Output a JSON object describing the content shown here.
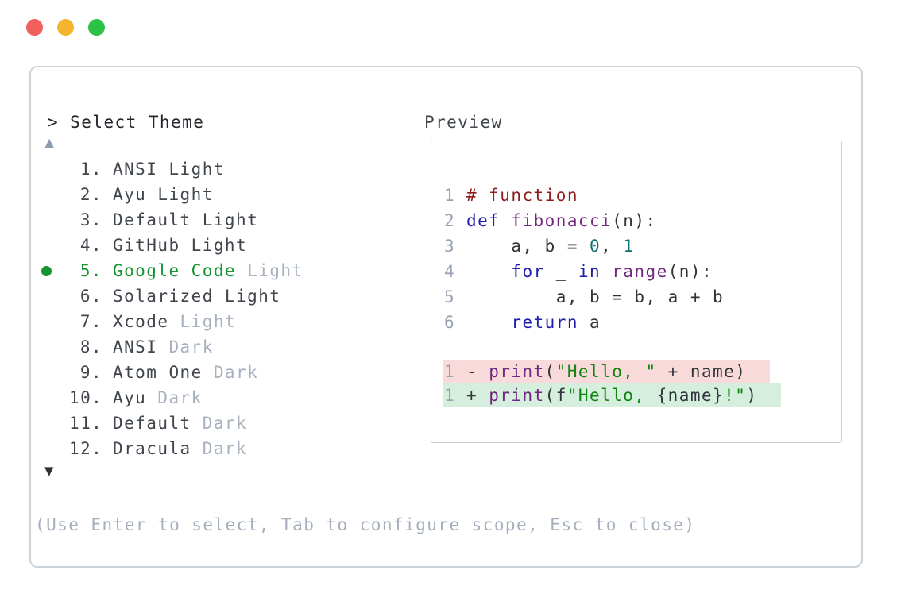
{
  "traffic_lights": {
    "close_color": "#f1605d",
    "minimize_color": "#f4b42e",
    "zoom_color": "#2bc246"
  },
  "selector": {
    "prompt": "> Select Theme",
    "up_arrow": "▲",
    "down_arrow": "▼",
    "items": [
      {
        "number": "1.",
        "primary": "ANSI Light",
        "secondary": "",
        "selected": false
      },
      {
        "number": "2.",
        "primary": "Ayu Light",
        "secondary": "",
        "selected": false
      },
      {
        "number": "3.",
        "primary": "Default Light",
        "secondary": "",
        "selected": false
      },
      {
        "number": "4.",
        "primary": "GitHub Light",
        "secondary": "",
        "selected": false
      },
      {
        "number": "5.",
        "primary": "Google Code",
        "secondary": "Light",
        "selected": true
      },
      {
        "number": "6.",
        "primary": "Solarized Light",
        "secondary": "",
        "selected": false
      },
      {
        "number": "7.",
        "primary": "Xcode",
        "secondary": "Light",
        "selected": false
      },
      {
        "number": "8.",
        "primary": "ANSI",
        "secondary": "Dark",
        "selected": false
      },
      {
        "number": "9.",
        "primary": "Atom One",
        "secondary": "Dark",
        "selected": false
      },
      {
        "number": "10.",
        "primary": "Ayu",
        "secondary": "Dark",
        "selected": false
      },
      {
        "number": "11.",
        "primary": "Default",
        "secondary": "Dark",
        "selected": false
      },
      {
        "number": "12.",
        "primary": "Dracula",
        "secondary": "Dark",
        "selected": false
      }
    ],
    "help_text": "(Use Enter to select, Tab to configure scope, Esc to close)"
  },
  "preview": {
    "label": "Preview",
    "code_lines": [
      {
        "number": "1",
        "tokens": [
          {
            "text": "# function",
            "type": "com"
          }
        ]
      },
      {
        "number": "2",
        "tokens": [
          {
            "text": "def",
            "type": "kw"
          },
          {
            "text": " ",
            "type": "pln"
          },
          {
            "text": "fibonacci",
            "type": "typ"
          },
          {
            "text": "(n):",
            "type": "pln"
          }
        ]
      },
      {
        "number": "3",
        "tokens": [
          {
            "text": "    a, b = ",
            "type": "pln"
          },
          {
            "text": "0",
            "type": "lit"
          },
          {
            "text": ", ",
            "type": "pln"
          },
          {
            "text": "1",
            "type": "lit"
          }
        ]
      },
      {
        "number": "4",
        "tokens": [
          {
            "text": "    ",
            "type": "pln"
          },
          {
            "text": "for",
            "type": "kw"
          },
          {
            "text": " _ ",
            "type": "pln"
          },
          {
            "text": "in",
            "type": "kw"
          },
          {
            "text": " ",
            "type": "pln"
          },
          {
            "text": "range",
            "type": "typ"
          },
          {
            "text": "(n):",
            "type": "pln"
          }
        ]
      },
      {
        "number": "5",
        "tokens": [
          {
            "text": "        a, b = b, a + b",
            "type": "pln"
          }
        ]
      },
      {
        "number": "6",
        "tokens": [
          {
            "text": "    ",
            "type": "pln"
          },
          {
            "text": "return",
            "type": "kw"
          },
          {
            "text": " a",
            "type": "pln"
          }
        ]
      }
    ],
    "diff_lines": [
      {
        "number": "1",
        "kind": "removed",
        "tokens": [
          {
            "text": "- ",
            "type": "pln"
          },
          {
            "text": "print",
            "type": "typ"
          },
          {
            "text": "(",
            "type": "pln"
          },
          {
            "text": "\"Hello, \"",
            "type": "str"
          },
          {
            "text": " + name)",
            "type": "pln"
          }
        ]
      },
      {
        "number": "1",
        "kind": "added",
        "tokens": [
          {
            "text": "+ ",
            "type": "pln"
          },
          {
            "text": "print",
            "type": "typ"
          },
          {
            "text": "(f",
            "type": "pln"
          },
          {
            "text": "\"Hello, ",
            "type": "str"
          },
          {
            "text": "{name}",
            "type": "pln"
          },
          {
            "text": "!\"",
            "type": "str"
          },
          {
            "text": ")",
            "type": "pln"
          }
        ]
      }
    ]
  },
  "syntax_colors": {
    "kw": "#1f1fab",
    "typ": "#71277f",
    "lit": "#0e7070",
    "str": "#0e850e",
    "com": "#8c1d1d",
    "pln": "#2f343a"
  },
  "ui_colors": {
    "selected_green": "#149531",
    "muted_gray": "#a8b1c0",
    "diff_removed_bg": "#f9dada",
    "diff_added_bg": "#d5eedd"
  }
}
